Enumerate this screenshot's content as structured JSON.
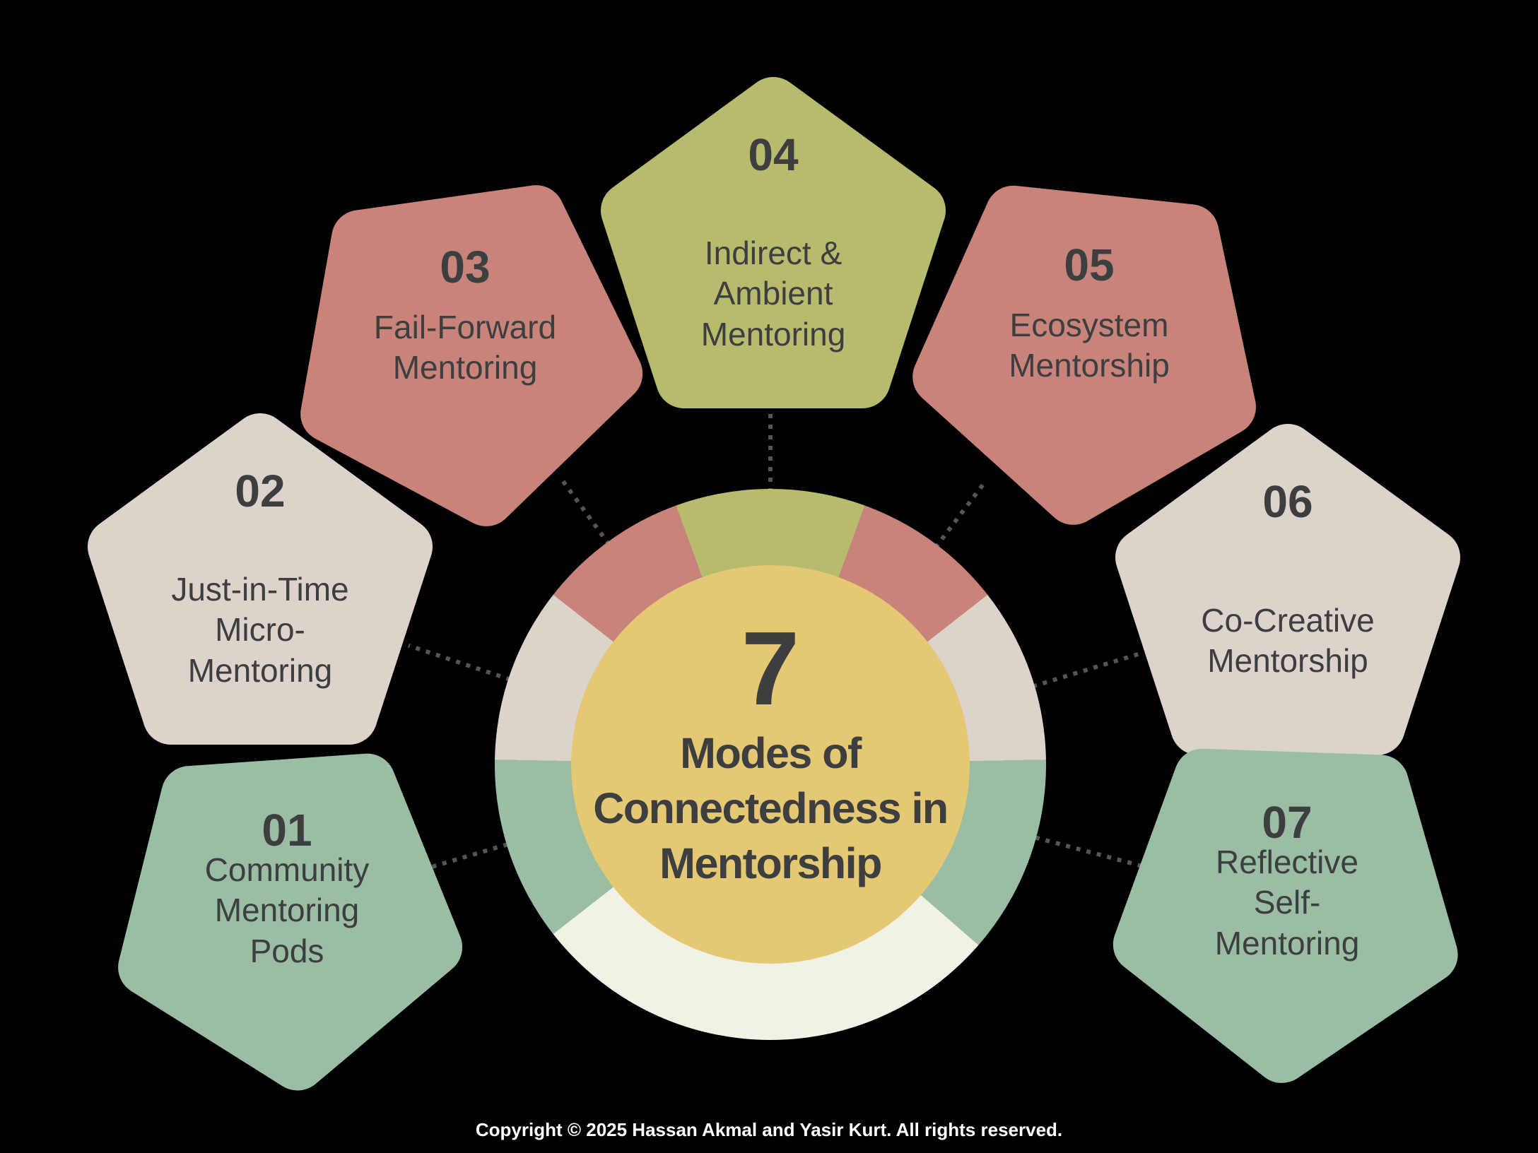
{
  "center": {
    "number": "7",
    "title": "Modes of\nConnectedness in\nMentorship"
  },
  "modes": [
    {
      "number": "01",
      "label": "Community\nMentoring\nPods",
      "color": "#9BBDA4",
      "color_key": "green"
    },
    {
      "number": "02",
      "label": "Just-in-Time\nMicro-\nMentoring",
      "color": "#DCD3CA",
      "color_key": "beige"
    },
    {
      "number": "03",
      "label": "Fail-Forward\nMentoring",
      "color": "#C8837B",
      "color_key": "salmon"
    },
    {
      "number": "04",
      "label": "Indirect &\nAmbient\nMentoring",
      "color": "#B6BB6E",
      "color_key": "olive"
    },
    {
      "number": "05",
      "label": "Ecosystem\nMentorship",
      "color": "#C8837B",
      "color_key": "salmon"
    },
    {
      "number": "06",
      "label": "Co-Creative\nMentorship",
      "color": "#DCD3CA",
      "color_key": "beige"
    },
    {
      "number": "07",
      "label": "Reflective\nSelf-\nMentoring",
      "color": "#9BBDA4",
      "color_key": "green"
    }
  ],
  "footer": {
    "copyright": "Copyright © 2025 Hassan Akmal and Yasir Kurt. All rights reserved."
  },
  "palette": {
    "salmon": "#C8837B",
    "olive": "#B6BB6E",
    "beige": "#DCD3CA",
    "green": "#9BBDA4",
    "yellow": "#E4C873",
    "cream": "#F1F2E6",
    "ink": "#3C3E40",
    "dot": "#555555",
    "bg": "#000000",
    "copyright": "#FFFFFF"
  }
}
